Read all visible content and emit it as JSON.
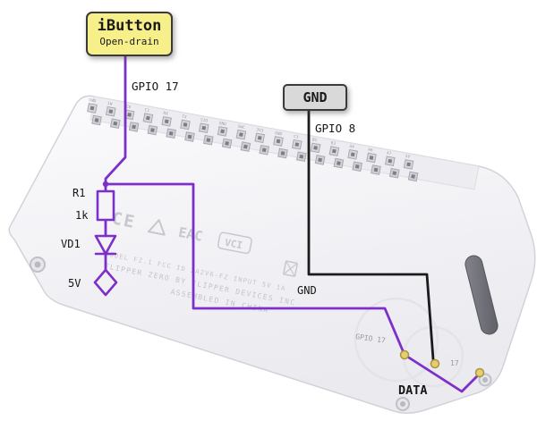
{
  "callouts": {
    "ibutton": {
      "title": "iButton",
      "subtitle": "Open-drain"
    },
    "gnd": {
      "title": "GND"
    }
  },
  "labels": {
    "ibutton_pin": "GPIO 17",
    "gnd_pin": "GPIO 8",
    "gnd_pad": "GND",
    "data_pad": "DATA",
    "pad_gpio17": "GPIO 17",
    "pad_17": "17",
    "resistor_ref": "R1",
    "resistor_value": "1k",
    "diode_ref": "VD1",
    "supply": "5V"
  },
  "device": {
    "cert_ce": "CE",
    "cert_eac": "EAC",
    "cert_vci": "VCI",
    "print_line1": "MODEL FZ.1  FCC ID 2A2V6-FZ  INPUT 5V 1A",
    "print_line2": "FLIPPER ZERO BY FLIPPER DEVICES INC",
    "print_line3": "ASSEMBLED IN CHINA",
    "pin_labels": [
      "GND",
      "1W",
      "C0",
      "C1",
      "RX",
      "TX",
      "SIO",
      "GND",
      "SWC",
      "3V3",
      "GND",
      "C3",
      "B2",
      "B3",
      "A4",
      "A6",
      "A7",
      "5V"
    ]
  },
  "colors": {
    "signal_wire": "#7d2fc9",
    "ground_wire": "#1b1b1b",
    "ibutton_box_bg": "#f6ef8a",
    "gnd_box_bg": "#d9d9d9"
  }
}
